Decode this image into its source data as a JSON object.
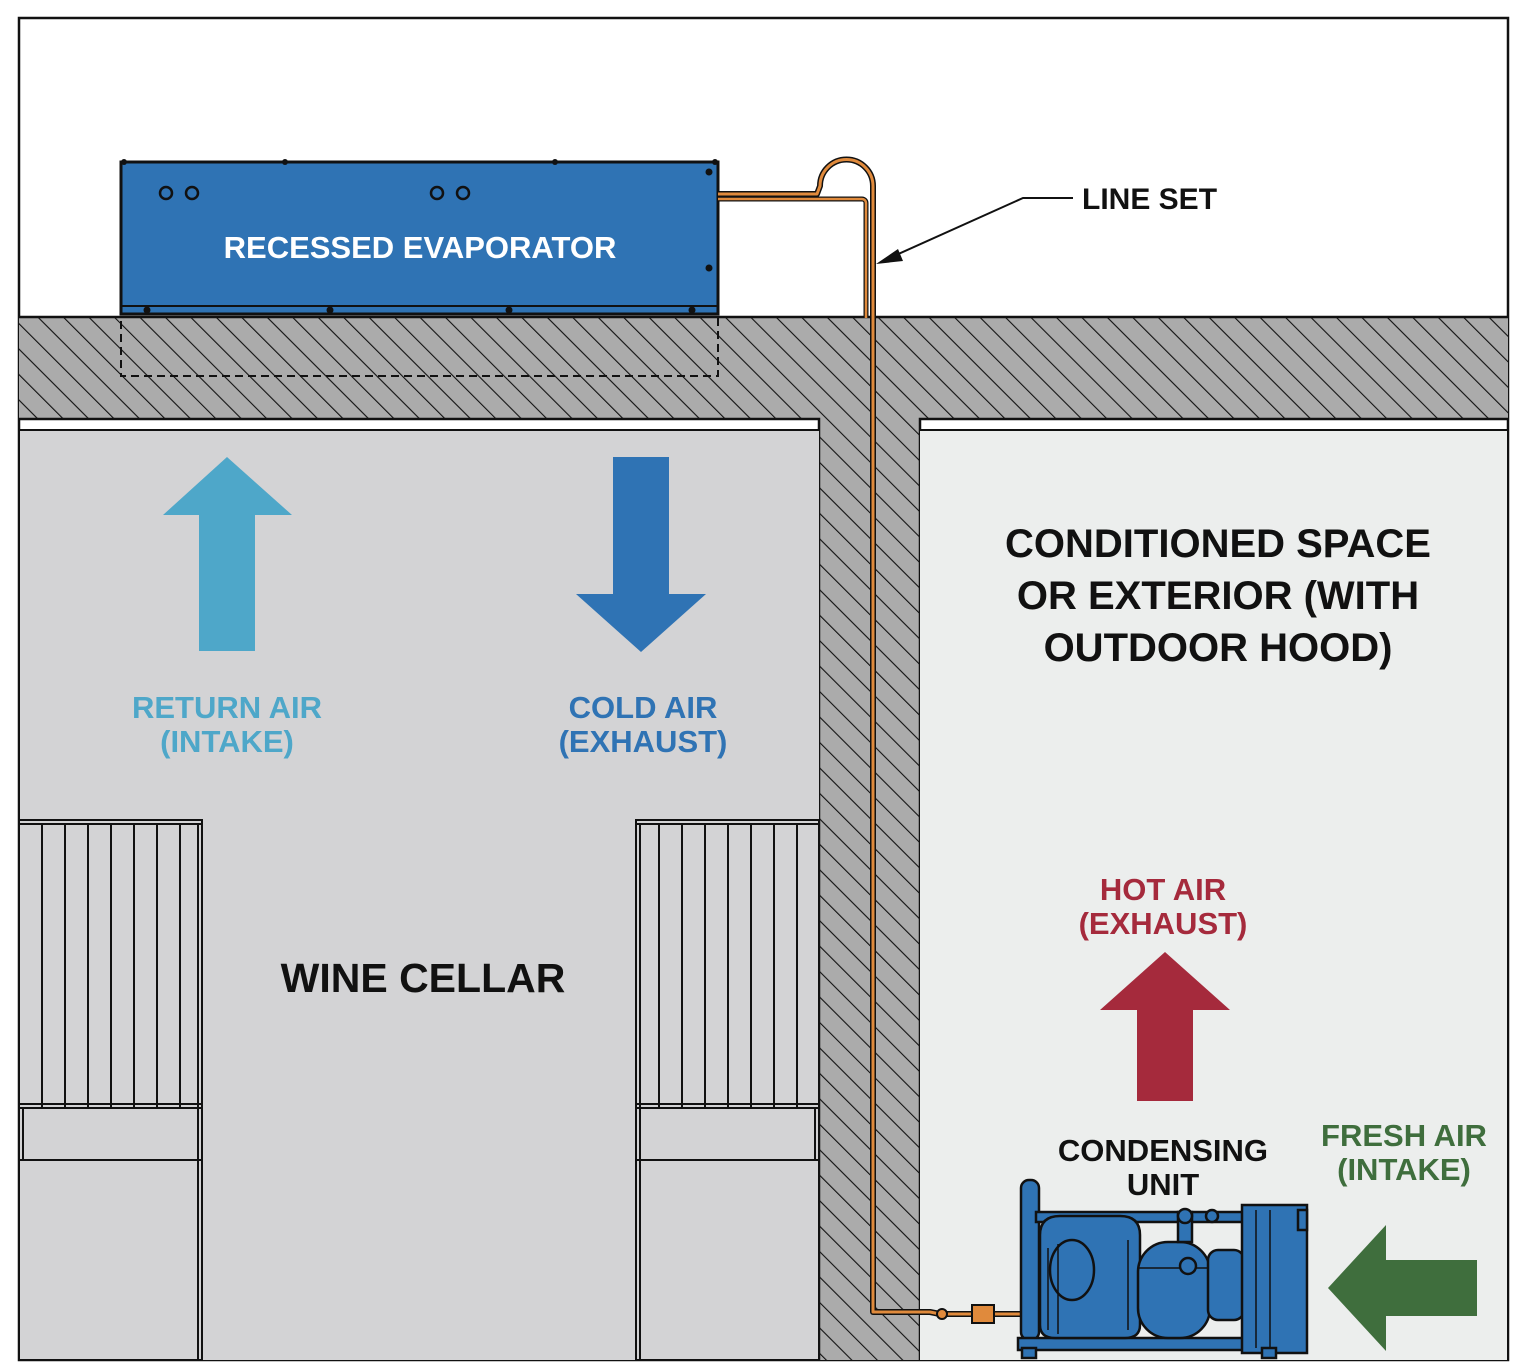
{
  "labels": {
    "evaporator": "RECESSED EVAPORATOR",
    "line_set": "LINE SET",
    "return_air_line1": "RETURN AIR",
    "return_air_line2": "(INTAKE)",
    "cold_air_line1": "COLD AIR",
    "cold_air_line2": "(EXHAUST)",
    "wine_cellar": "WINE CELLAR",
    "conditioned_line1": "CONDITIONED SPACE",
    "conditioned_line2": "OR EXTERIOR (WITH",
    "conditioned_line3": "OUTDOOR HOOD)",
    "hot_air_line1": "HOT AIR",
    "hot_air_line2": "(EXHAUST)",
    "condensing_line1": "CONDENSING",
    "condensing_line2": "UNIT",
    "fresh_air_line1": "FRESH AIR",
    "fresh_air_line2": "(INTAKE)"
  },
  "colors": {
    "evaporator_blue": "#2f73b4",
    "return_air": "#4ea7c9",
    "cold_air": "#2f73b4",
    "hot_air": "#a52a3c",
    "fresh_air": "#3f6e3d",
    "copper": "#e08a3c",
    "cellar_fill": "#d3d3d5",
    "conditioned_fill": "#eceeed",
    "wall_hatch": "#a9a9a9"
  }
}
